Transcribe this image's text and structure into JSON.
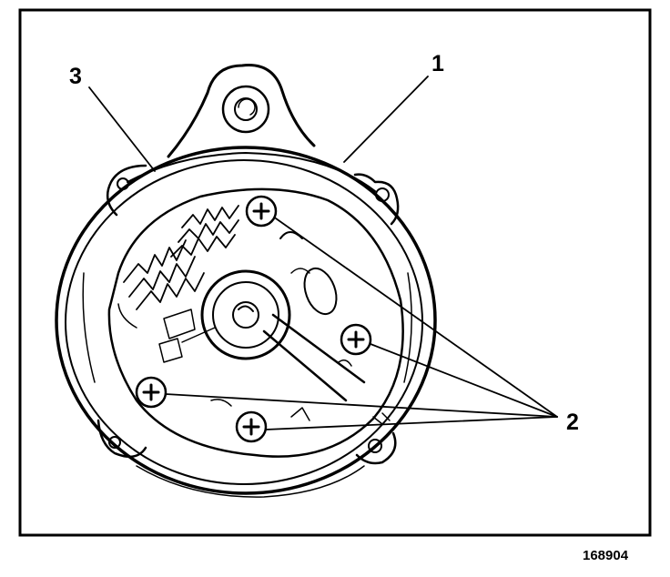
{
  "diagram": {
    "callouts": [
      {
        "id": "1",
        "label": "1"
      },
      {
        "id": "2",
        "label": "2"
      },
      {
        "id": "3",
        "label": "3"
      }
    ],
    "figure_id": "168904"
  }
}
